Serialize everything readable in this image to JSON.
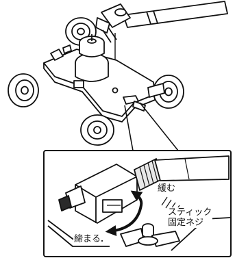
{
  "diagram": {
    "labels": {
      "loosen": "緩む",
      "tighten": "締まる",
      "stick_screw": "スティック\n固定ネジ"
    },
    "colors": {
      "line": "#111111",
      "gray": "#9a9a9a",
      "dark": "#2a2a2a",
      "fill": "#ffffff"
    }
  }
}
